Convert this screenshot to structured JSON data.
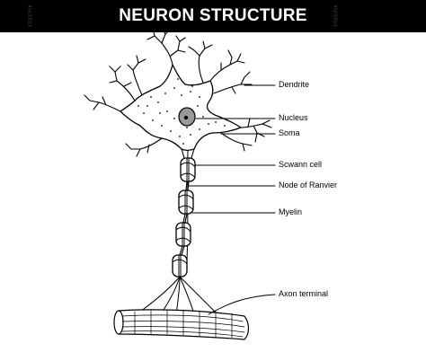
{
  "title": "NEURON STRUCTURE",
  "watermark": "FREEPIK",
  "labels": {
    "dendrite": "Dendrite",
    "nucleus": "Nucleus",
    "soma": "Soma",
    "schwann_cell": "Scwann cell",
    "node_of_ranvier": "Node of Ranvier",
    "myelin": "Myelin",
    "axon_terminal": "Axon terminal"
  },
  "colors": {
    "title_bar": "#000000",
    "title_text": "#ffffff",
    "ink": "#000000",
    "nucleus_fill": "#9a9a9a",
    "background": "#ffffff"
  }
}
